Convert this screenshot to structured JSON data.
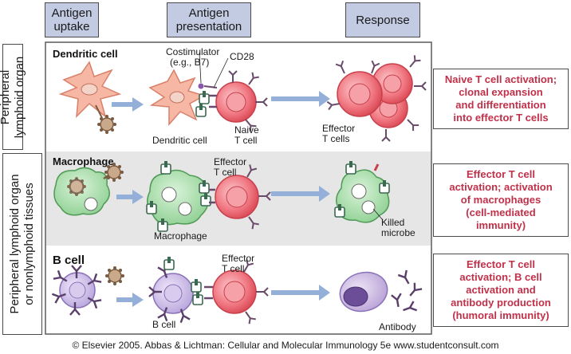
{
  "headers": {
    "uptake": "Antigen\nuptake",
    "presentation": "Antigen\npresentation",
    "response": "Response"
  },
  "side_labels": {
    "peripheral": "Peripheral\nlymphoid organ",
    "peripheral_or_nonlymphoid": "Peripheral lymphoid organ\nor nonlymphoid tissues"
  },
  "rows": {
    "dendritic": {
      "title": "Dendritic cell",
      "costimulator_line1": "Costimulator",
      "costimulator_line2": "(e.g., B7)",
      "cd28": "CD28",
      "apc_label": "Dendritic cell",
      "tcell_line1": "Naive",
      "tcell_line2": "T cell",
      "result_line1": "Effector",
      "result_line2": "T cells",
      "response": "Naive T cell activation;\nclonal expansion\nand differentiation\ninto effector T cells"
    },
    "macrophage": {
      "title": "Macrophage",
      "tcell_line1": "Effector",
      "tcell_line2": "T cell",
      "apc_label": "Macrophage",
      "result_line1": "Killed",
      "result_line2": "microbe",
      "response": "Effector T cell\nactivation; activation\nof macrophages\n(cell-mediated\nimmunity)"
    },
    "bcell": {
      "title": "B cell",
      "tcell_line1": "Effector",
      "tcell_line2": "T cell",
      "apc_label": "B cell",
      "result_label": "Antibody",
      "response": "Effector T cell\nactivation; B cell\nactivation and\nantibody production\n(humoral immunity)"
    }
  },
  "footer": "© Elsevier 2005. Abbas & Lichtman: Cellular and Molecular Immunology 5e www.studentconsult.com",
  "colors": {
    "header_fill": "#c3cbe3",
    "row_shade": "#e6e6e6",
    "arrow": "#94b0d8",
    "dendritic": "#f6b8a4",
    "tcell": "#e8525e",
    "macrophage": "#a9deaa",
    "bcell": "#c8b8e4",
    "response_text": "#c0314a",
    "receptor": "#6a4a6a"
  }
}
